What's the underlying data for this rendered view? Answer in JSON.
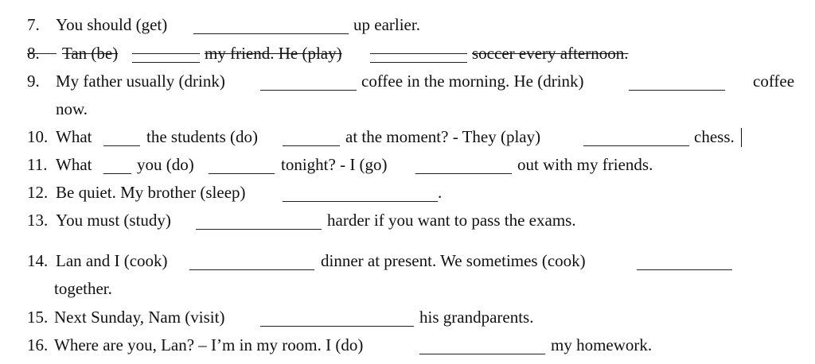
{
  "exercises": [
    {
      "num": "7.",
      "parts": [
        "You should (get)",
        "up earlier."
      ]
    },
    {
      "num": "8.",
      "parts": [
        "Tan (be)",
        "my friend. He (play)",
        "soccer every afternoon."
      ],
      "struck": true
    },
    {
      "num": "9.",
      "parts": [
        "My father usually (drink)",
        "coffee in the morning. He (drink)",
        "coffee"
      ],
      "cont": "now."
    },
    {
      "num": "10.",
      "parts": [
        "What",
        "the students (do)",
        "at the moment?  - They (play)",
        "chess."
      ]
    },
    {
      "num": "11.",
      "parts": [
        "What",
        "you (do)",
        "tonight?  - I (go)",
        "out with my friends."
      ]
    },
    {
      "num": "12.",
      "parts": [
        "Be quiet. My brother (sleep)",
        "."
      ]
    },
    {
      "num": "13.",
      "parts": [
        "You must (study)",
        "harder if you want to pass the exams."
      ]
    },
    {
      "num": "14.",
      "parts": [
        "Lan and I (cook)",
        "dinner at present. We sometimes (cook)"
      ],
      "cont": "together."
    },
    {
      "num": "15.",
      "parts": [
        "Next Sunday, Nam (visit)",
        "his grandparents."
      ]
    },
    {
      "num": "16.",
      "parts": [
        "Where are you, Lan? – I’m in my room. I (do)",
        "my homework."
      ]
    }
  ]
}
